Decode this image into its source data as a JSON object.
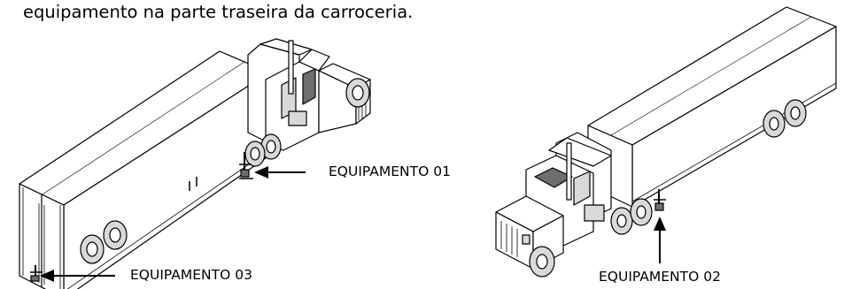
{
  "caption": "equipamento na parte traseira da carroceria.",
  "labels": {
    "equip1": "EQUIPAMENTO 01",
    "equip2": "EQUIPAMENTO 02",
    "equip3": "EQUIPAMENTO 03"
  },
  "colors": {
    "line": "#000000",
    "fill": "#ffffff",
    "shade": "#d9d9d9",
    "dark": "#6e6e6e"
  }
}
